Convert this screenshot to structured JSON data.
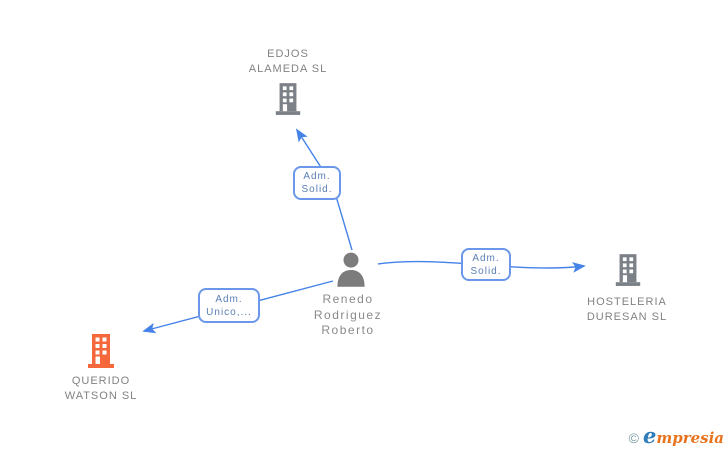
{
  "diagram": {
    "background": "#ffffff",
    "type": "corporate-relationship-graph"
  },
  "nodes": {
    "person": {
      "type": "person",
      "name_line1": "Renedo",
      "name_line2": "Rodriguez",
      "name_line3": "Roberto"
    },
    "edjos": {
      "type": "company",
      "name_line1": "EDJOS",
      "name_line2": "ALAMEDA SL"
    },
    "hosteleria": {
      "type": "company",
      "name_line1": "HOSTELERIA",
      "name_line2": "DURESAN SL"
    },
    "querido": {
      "type": "company",
      "highlighted": true,
      "name_line1": "QUERIDO",
      "name_line2": "WATSON SL"
    }
  },
  "edges": [
    {
      "from": "Renedo Rodriguez Roberto",
      "to": "EDJOS ALAMEDA SL",
      "label_line1": "Adm.",
      "label_line2": "Solid."
    },
    {
      "from": "Renedo Rodriguez Roberto",
      "to": "HOSTELERIA DURESAN SL",
      "label_line1": "Adm.",
      "label_line2": "Solid."
    },
    {
      "from": "Renedo Rodriguez Roberto",
      "to": "QUERIDO WATSON SL",
      "label_line1": "Adm.",
      "label_line2": "Unico,..."
    }
  ],
  "logo": {
    "copyright_symbol": "©",
    "brand_initial": "e",
    "brand_rest": "mpresia"
  },
  "colors": {
    "edge_blue": "#4583e8",
    "edge_box_border": "#6b97ea",
    "edge_box_text": "#5a7fb5",
    "company_label_text": "#828282",
    "person_label_text": "#8a8a8a",
    "building_gray": "#7c8187",
    "building_orange": "#f4683c",
    "person_icon_gray": "#7c7c7c",
    "logo_copyright": "#7596a2",
    "logo_blue": "#2e7cba",
    "logo_orange": "#e8731e"
  }
}
